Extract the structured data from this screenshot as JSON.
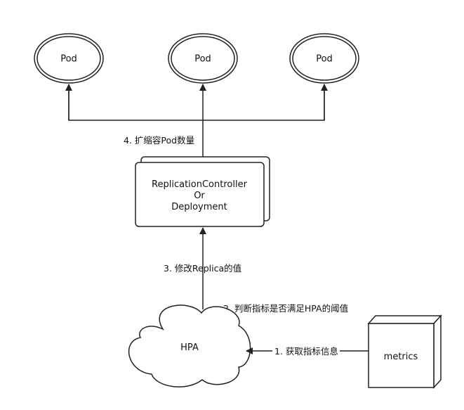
{
  "colors": {
    "stroke": "#222222",
    "fill": "#ffffff",
    "text": "#111111"
  },
  "nodes": {
    "pod_1": "Pod",
    "pod_2": "Pod",
    "pod_3": "Pod",
    "controller": {
      "line1": "ReplicationController",
      "line2": "Or",
      "line3": "Deployment"
    },
    "hpa": "HPA",
    "metrics": "metrics"
  },
  "edges": {
    "scale_pods": "4. 扩缩容Pod数量",
    "modify_replica": "3. 修改Replica的值",
    "check_threshold": "2. 判断指标是否满足HPA的阈值",
    "fetch_metrics": "1. 获取指标信息"
  }
}
